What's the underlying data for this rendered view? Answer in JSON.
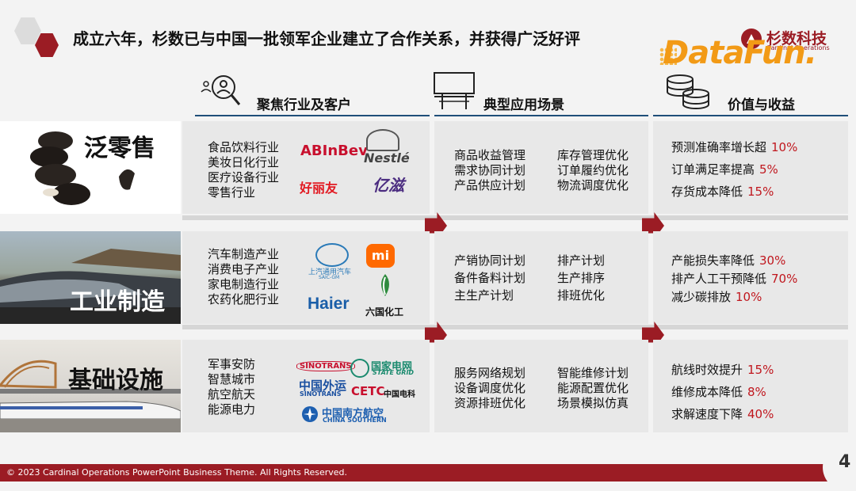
{
  "header": {
    "title": "成立六年，杉数已与中国一批领军企业建立了合作关系，并获得广泛好评",
    "brand_cn": "杉数科技",
    "brand_en": "Cardinal Operations",
    "partner_logo": "DataFun."
  },
  "columns": {
    "industry": "聚焦行业及客户",
    "scenario": "典型应用场景",
    "value": "价值与收益"
  },
  "rows": [
    {
      "label": "泛零售",
      "industries": [
        "食品饮料行业",
        "美妆日化行业",
        "医疗设备行业",
        "零售行业"
      ],
      "logos": [
        "ABInBev",
        "Nestlé",
        "好丽友",
        "亿滋"
      ],
      "scenarios_left": [
        "商品收益管理",
        "需求协同计划",
        "产品供应计划"
      ],
      "scenarios_right": [
        "库存管理优化",
        "订单履约优化",
        "物流调度优化"
      ],
      "values": [
        {
          "text": "预测准确率增长超",
          "num": "10%"
        },
        {
          "text": "订单满足率提高",
          "num": "5%"
        },
        {
          "text": "存货成本降低",
          "num": "15%"
        }
      ]
    },
    {
      "label": "工业制造",
      "industries": [
        "汽车制造产业",
        "消费电子产业",
        "家电制造行业",
        "农药化肥行业"
      ],
      "logos": [
        "上汽通用汽车",
        "SAIC-GM",
        "mi",
        "Haier",
        "六国化工"
      ],
      "scenarios_left": [
        "产销协同计划",
        "备件备料计划",
        "主生产计划"
      ],
      "scenarios_right": [
        "排产计划",
        "生产排序",
        "排班优化"
      ],
      "values": [
        {
          "text": "产能损失率降低",
          "num": "30%"
        },
        {
          "text": "排产人工干预降低",
          "num": "70%"
        },
        {
          "text": "减少碳排放",
          "num": "10%"
        }
      ]
    },
    {
      "label": "基础设施",
      "industries": [
        "军事安防",
        "智慧城市",
        "航空航天",
        "能源电力"
      ],
      "logos": [
        "SINOTRANS",
        "国家电网",
        "STATE GRID",
        "中国外运",
        "CETC",
        "中国电科",
        "中国南方航空",
        "CHINA SOUTHERN"
      ],
      "scenarios_left": [
        "服务网络规划",
        "设备调度优化",
        "资源排班优化"
      ],
      "scenarios_right": [
        "智能维修计划",
        "能源配置优化",
        "场景模拟仿真"
      ],
      "values": [
        {
          "text": "航线时效提升",
          "num": "15%"
        },
        {
          "text": "维修成本降低",
          "num": "8%"
        },
        {
          "text": "求解速度下降",
          "num": "40%"
        }
      ]
    }
  ],
  "footer": {
    "copyright": "© 2023 Cardinal Operations PowerPoint Business Theme. All Rights Reserved.",
    "page": "4"
  },
  "colors": {
    "accent": "#9b1c24",
    "value_red": "#c0171e",
    "header_line": "#1f4e79",
    "datafun_orange": "#f29a16"
  }
}
